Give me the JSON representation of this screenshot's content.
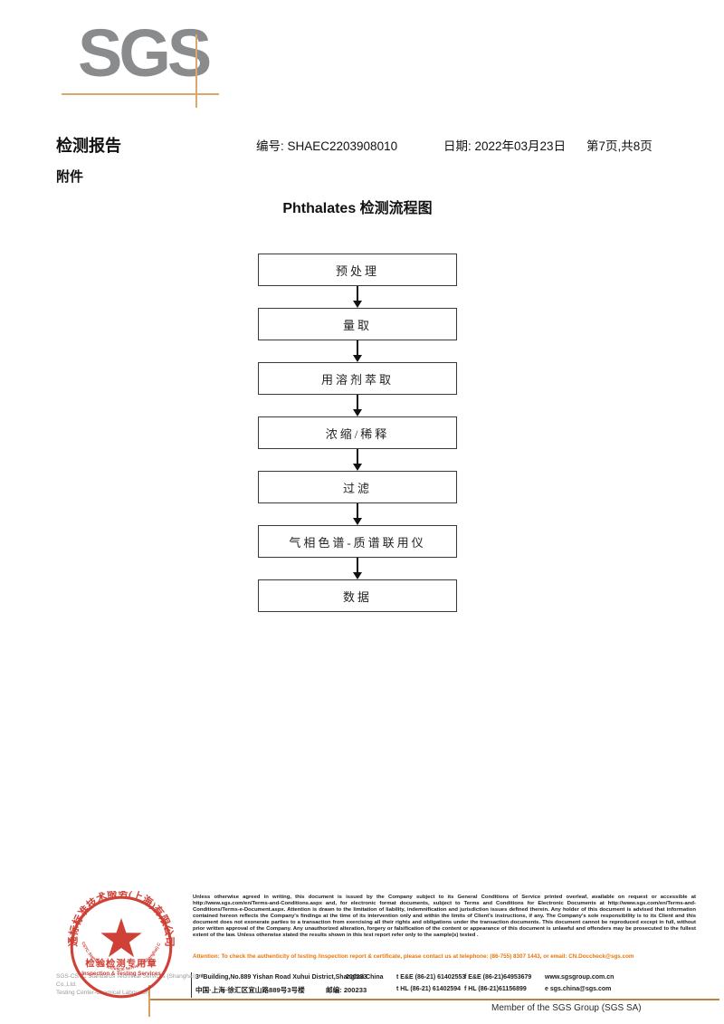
{
  "header": {
    "logo_text": "SGS",
    "report_title": "检测报告",
    "report_no": "编号: SHAEC2203908010",
    "report_date": "日期: 2022年03月23日",
    "report_page": "第7页,共8页",
    "attachment_label": "附件"
  },
  "flowchart": {
    "title": "Phthalates 检测流程图",
    "steps": [
      "预处理",
      "量取",
      "用溶剂萃取",
      "浓缩/稀释",
      "过滤",
      "气相色谱-质谱联用仪",
      "数据"
    ]
  },
  "footer": {
    "stamp": {
      "ring_text_top": "通标标准技术服务(上海)有限公司",
      "ring_text_bottom": "SGS-CSTC Standards Technical Services (Shanghai) Co.,Ltd",
      "center_line1": "检验检测专用章",
      "center_line2": "Inspection & Testing Services"
    },
    "company_line1": "SGS-CSTC Standards Technical Services (Shanghai) Co.,Ltd.",
    "company_line2": "Testing Center-Chemical Laboratory",
    "legal_text": "Unless otherwise agreed in writing, this document is issued by the Company subject to its General Conditions of Service printed overleaf, available on request or accessible at http://www.sgs.com/en/Terms-and-Conditions.aspx and, for electronic format documents, subject to Terms and Conditions for Electronic Documents at http://www.sgs.com/en/Terms-and-Conditions/Terms-e-Document.aspx. Attention is drawn to the limitation of liability, indemnification and jurisdiction issues defined therein. Any holder of this document is advised that information contained hereon reflects the Company's findings at the time of its intervention only and within the limits of Client's instructions, if any. The Company's sole responsibility is to its Client and this document does not exonerate parties to a transaction from exercising all their rights and obligations under the transaction documents. This document cannot be reproduced except in full, without prior written approval of the Company. Any unauthorized alteration, forgery or falsification of the content or appearance of this document is unlawful and offenders may be prosecuted to the fullest extent of the law. Unless otherwise stated the results shown in this test report refer only to the sample(s) tested .",
    "attention_text": "Attention: To check the authenticity of testing /inspection report & certificate, please contact us at telephone: (86-755) 8307 1443, or email: CN.Doccheck@sgs.com",
    "address_en": "3ʳᵈBuilding,No.889 Yishan Road Xuhui District,Shanghai China",
    "postcode_en": "200233",
    "tel_en": "t E&E (86-21) 61402553",
    "fax_en": "f E&E (86-21)64953679",
    "website": "www.sgsgroup.com.cn",
    "address_cn": "中国·上海·徐汇区宜山路889号3号楼",
    "postcode_cn": "邮编: 200233",
    "tel_cn": "t HL (86-21) 61402594",
    "fax_cn": "f HL (86-21)61156899",
    "email": "e  sgs.china@sgs.com",
    "member_text": "Member of the SGS Group (SGS SA)"
  },
  "colors": {
    "logo_gray": "#8a8b8d",
    "crosshair_tan": "#dba76b",
    "footer_rule": "#c1803c",
    "stamp_red": "#cc3126",
    "attention_orange": "#e8750e"
  }
}
